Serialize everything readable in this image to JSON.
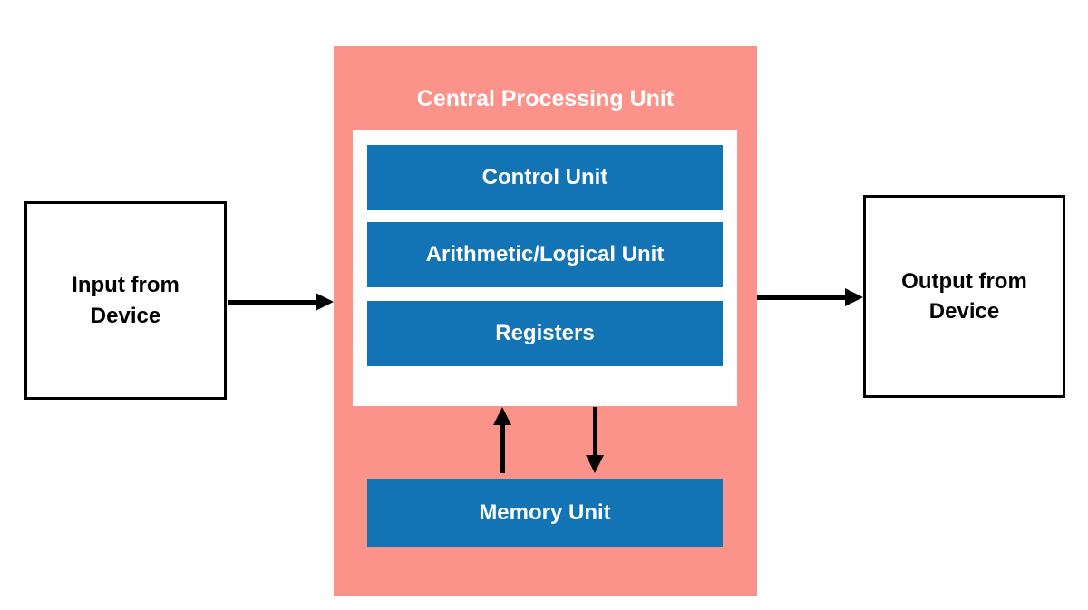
{
  "colors": {
    "cpu_bg": "#FB938A",
    "unit_bg": "#1274B5",
    "unit_text": "#FFFFFF",
    "box_border": "#000000",
    "arrow": "#000000",
    "page_bg": "#FFFFFF"
  },
  "cpu": {
    "title": "Central Processing Unit",
    "components": [
      "Control Unit",
      "Arithmetic/Logical Unit",
      "Registers"
    ],
    "memory_label": "Memory Unit"
  },
  "io": {
    "input_label": "Input from Device",
    "output_label": "Output from Device"
  }
}
